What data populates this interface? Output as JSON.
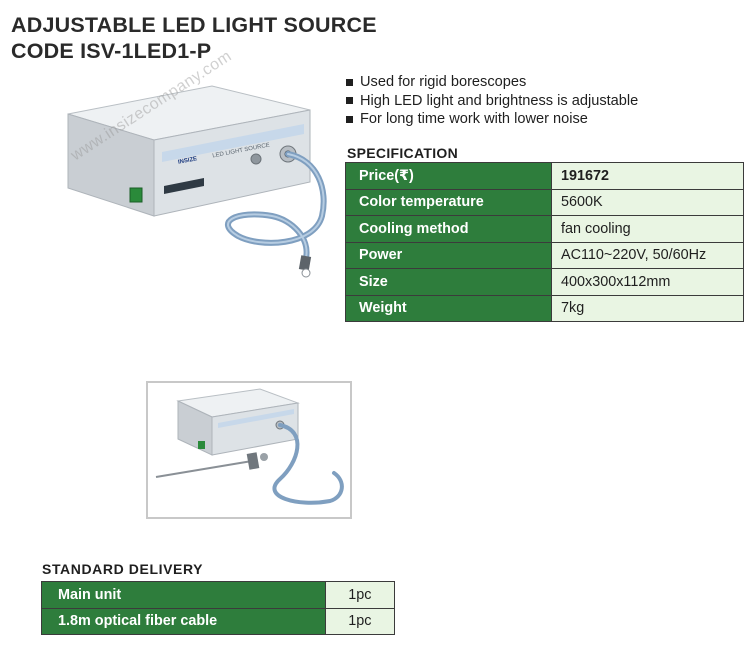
{
  "header": {
    "title_line1": "ADJUSTABLE LED LIGHT SOURCE",
    "title_line2": "CODE ISV-1LED1-P"
  },
  "features": [
    "Used for rigid borescopes",
    "High LED light and brightness is adjustable",
    "For long time work with lower noise"
  ],
  "product_image": {
    "brand_label": "INSIZE",
    "panel_label": "LED LIGHT SOURCE",
    "watermark": "www.insizecompany.com"
  },
  "specification": {
    "heading": "SPECIFICATION",
    "rows": [
      {
        "label": "Price(₹)",
        "value": "191672"
      },
      {
        "label": "Color temperature",
        "value": "5600K"
      },
      {
        "label": "Cooling  method",
        "value": "fan cooling"
      },
      {
        "label": "Power",
        "value": "AC110~220V, 50/60Hz"
      },
      {
        "label": "Size",
        "value": "400x300x112mm"
      },
      {
        "label": "Weight",
        "value": "7kg"
      }
    ]
  },
  "delivery": {
    "heading": "STANDARD  DELIVERY",
    "rows": [
      {
        "label": "Main unit",
        "value": "1pc"
      },
      {
        "label": "1.8m optical fiber cable",
        "value": "1pc"
      }
    ]
  },
  "colors": {
    "table_header_green": "#2e7d3c",
    "table_value_bg": "#e9f5e3",
    "device_body": "#dfe3e6",
    "cable": "#7f9fc0"
  }
}
